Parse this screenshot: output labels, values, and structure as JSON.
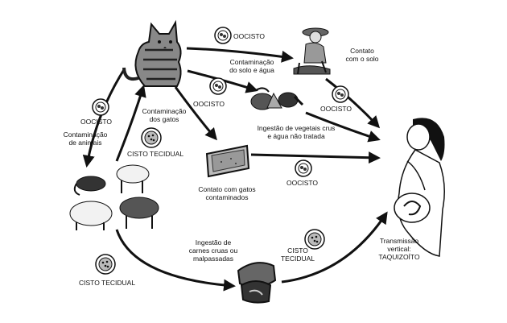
{
  "labels": {
    "oocisto_top": "OOCISTO",
    "contato_solo": "Contato\ncom o solo",
    "contaminacao_solo_agua": "Contaminação\ndo solo e água",
    "oocisto_mid": "OOCISTO",
    "oocisto_right": "OOCISTO",
    "oocisto_left": "OOCISTO",
    "contaminacao_animais": "Contaminação\nde animais",
    "contaminacao_gatos": "Contaminação\ndos gatos",
    "cisto_tecidual_mid": "CISTO TECIDUAL",
    "ingestao_vegetais": "Ingestão de vegetais crus\ne água não tratada",
    "contato_gatos": "Contato com gatos\ncontaminados",
    "oocisto_low": "OOCISTO",
    "ingestao_carnes": "Ingestão de\ncarnes cruas ou\nmalpassadas",
    "cisto_tecidual_right": "CISTO\nTECIDUAL",
    "transmissao": "Transmissão\nvertical:\nTAQUIZOÍTO",
    "cisto_tecidual_bottom": "CISTO TECIDUAL"
  },
  "icons": [
    "cat-icon",
    "farmer-icon",
    "vegetables-icon",
    "litter-box-icon",
    "animals-icon",
    "meat-icon",
    "pregnant-woman-icon",
    "oocyst-icon",
    "tissue-cyst-icon"
  ]
}
